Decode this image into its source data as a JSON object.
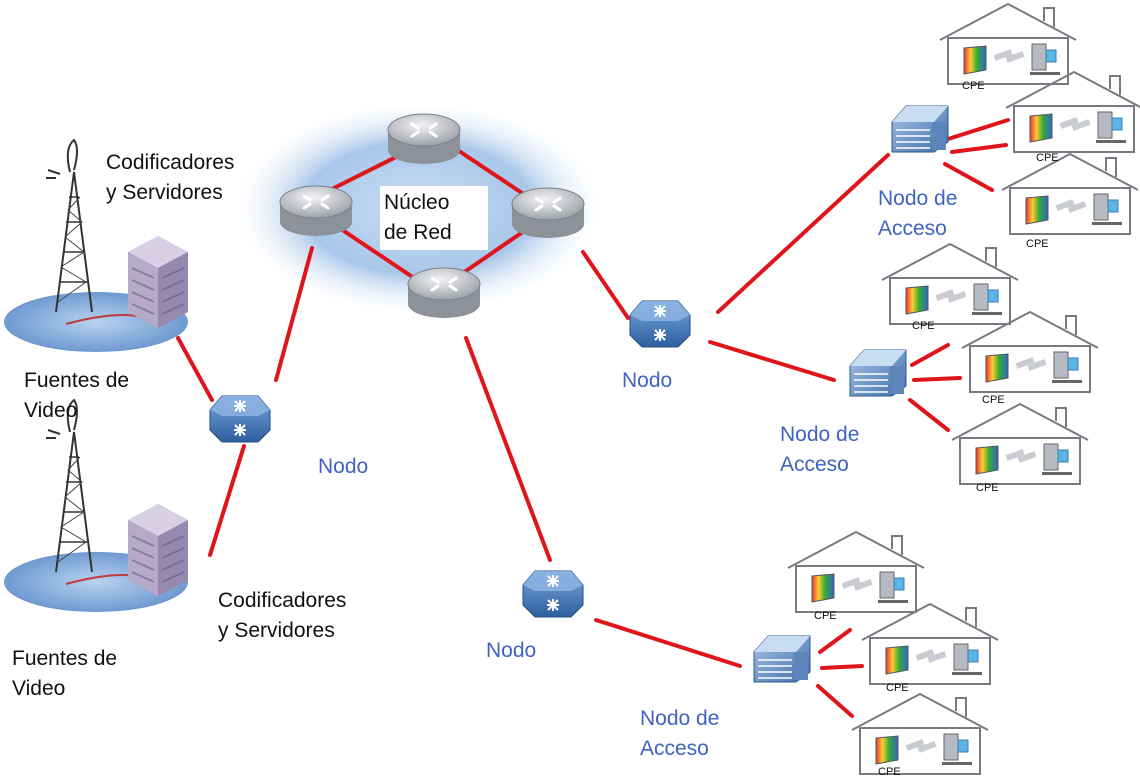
{
  "labels": {
    "codificadores_top": "Codificadores\ny Servidores",
    "codificadores_bottom": "Codificadores\ny Servidores",
    "fuentes_top": "Fuentes de\nVideo",
    "fuentes_bottom": "Fuentes de\nVideo",
    "nucleo": "Núcleo\nde Red",
    "nodo_left": "Nodo",
    "nodo_mid": "Nodo",
    "nodo_bottom": "Nodo",
    "acceso_1": "Nodo de\nAcceso",
    "acceso_2": "Nodo de\nAcceso",
    "acceso_3": "Nodo de\nAcceso",
    "cpe": "CPE"
  },
  "colors": {
    "link": "#e0151b",
    "label_blue": "#3f63c2",
    "router_fill": "#b9bcc2",
    "node_fill": "#3b6fb7",
    "cloud": "#a9c7ea"
  },
  "icons": {
    "router": "router-icon",
    "node": "network-node-icon",
    "access": "access-switch-icon",
    "house": "house-cpe-icon",
    "tower": "antenna-tower-icon",
    "servers": "server-rack-icon"
  }
}
